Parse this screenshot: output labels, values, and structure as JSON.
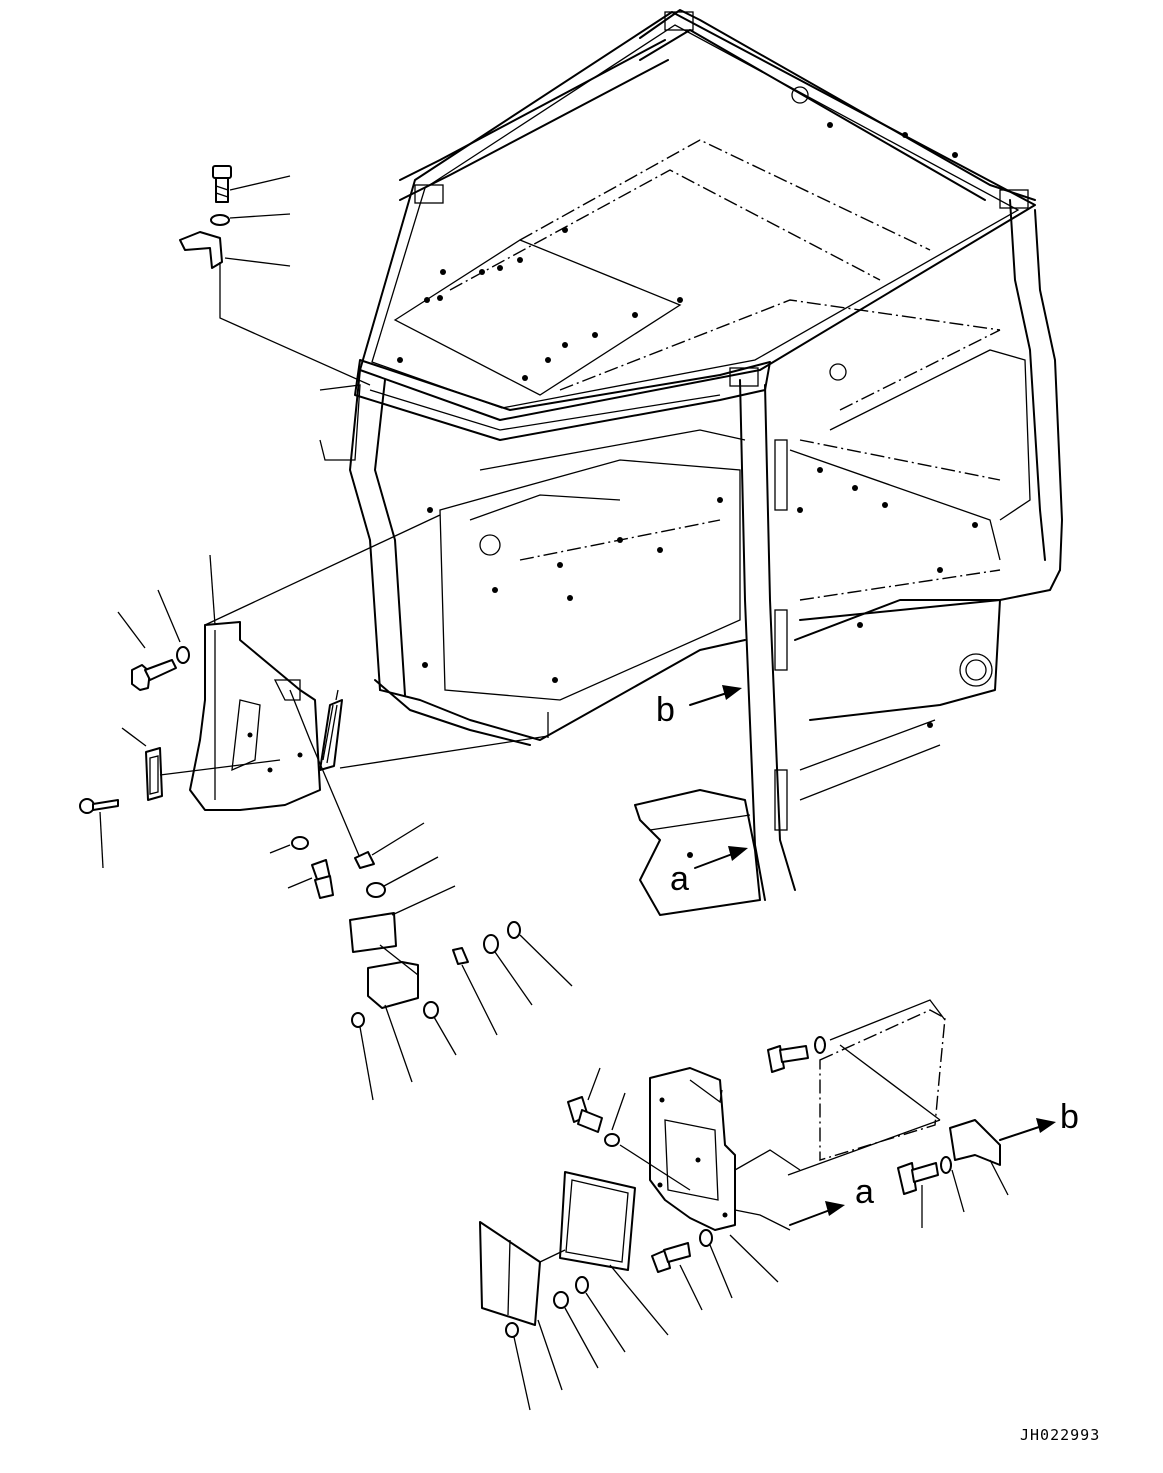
{
  "drawing": {
    "number": "JH022993"
  },
  "view_markers": {
    "a_on_cab": "a",
    "b_on_cab": "b",
    "a_on_detail": "a",
    "b_on_detail": "b"
  }
}
